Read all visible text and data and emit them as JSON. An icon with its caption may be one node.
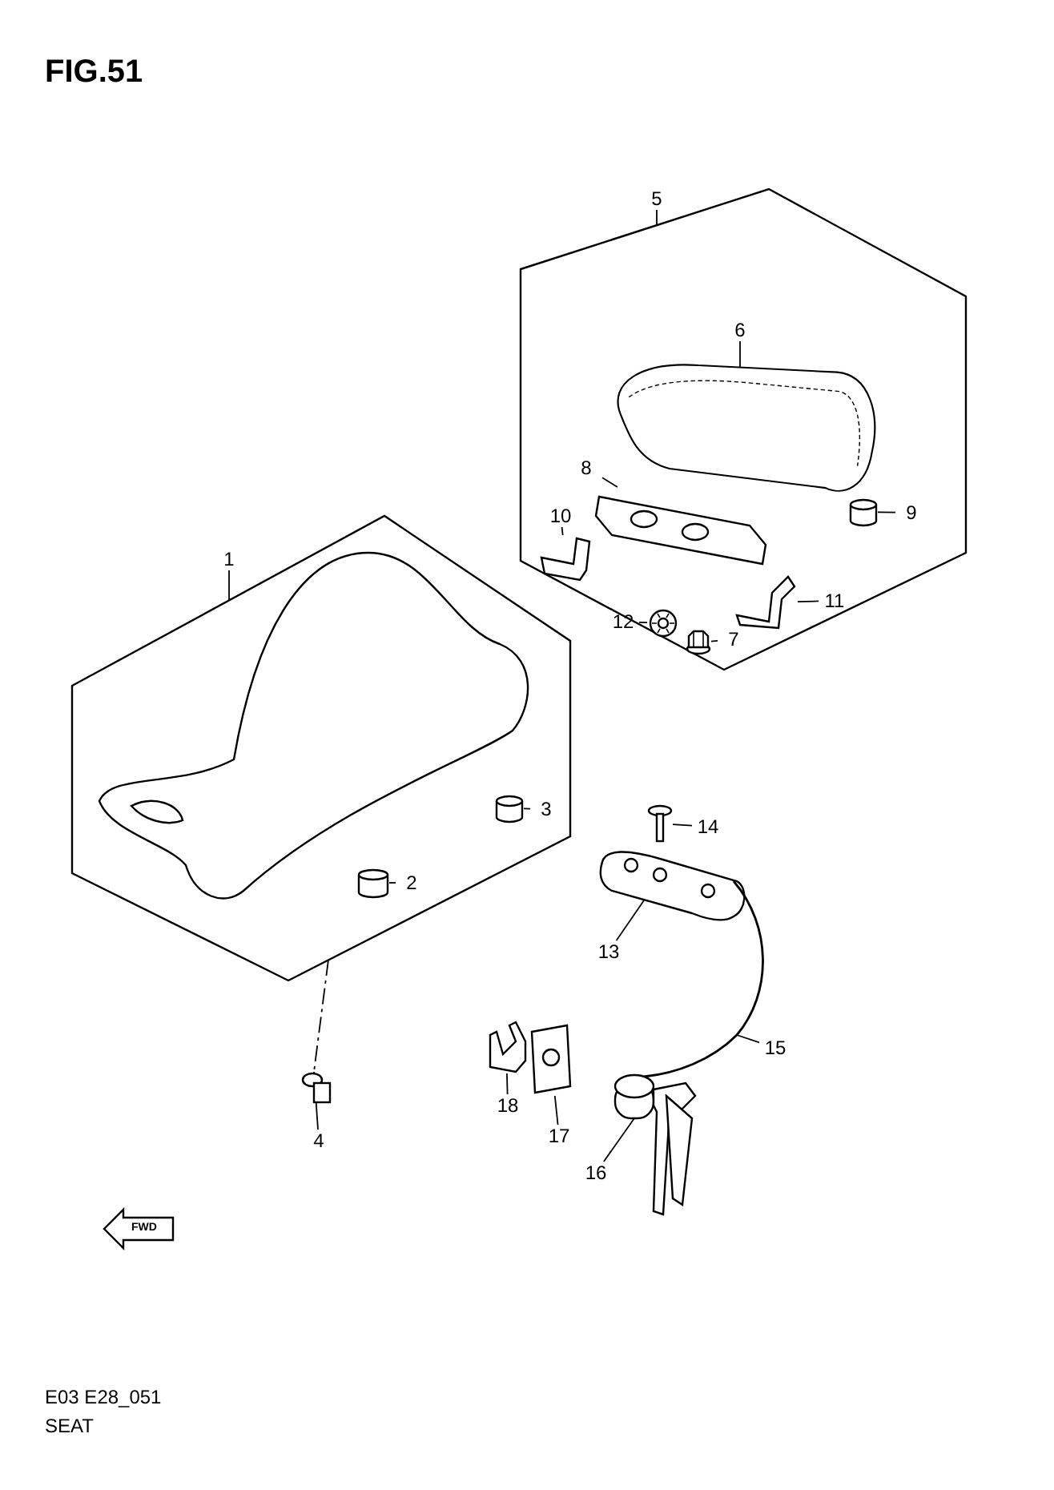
{
  "diagram": {
    "title": "FIG.51",
    "nodes": [
      {
        "text": [
          "5"
        ]
      },
      {
        "text": [],
        "shape": "box"
      },
      {
        "text": [
          "6"
        ],
        "in": 1
      },
      {
        "text": [],
        "shape": "picture",
        "in": 1
      },
      {
        "text": [
          "8"
        ],
        "in": 1
      },
      {
        "text": [],
        "shape": "picture",
        "in": 1
      },
      {
        "text": [
          "9"
        ],
        "in": 1
      },
      {
        "text": [],
        "shape": "cylinder",
        "in": 1
      },
      {
        "text": [
          "10"
        ],
        "in": 1
      },
      {
        "text": [],
        "shape": "picture",
        "in": 1
      },
      {
        "text": [
          "11"
        ],
        "in": 1
      },
      {
        "text": [],
        "shape": "picture",
        "in": 1
      },
      {
        "text": [
          "12"
        ],
        "in": 1
      },
      {
        "text": [],
        "shape": "picture",
        "in": 1
      },
      {
        "text": [
          "7"
        ],
        "in": 1
      },
      {
        "text": [],
        "shape": "picture",
        "in": 1
      },
      {
        "text": [
          "1"
        ]
      },
      {
        "text": [],
        "shape": "box"
      },
      {
        "text": [
          "3"
        ],
        "in": 17
      },
      {
        "text": [],
        "shape": "cylinder",
        "in": 17
      },
      {
        "text": [
          "2"
        ],
        "in": 17
      },
      {
        "text": [],
        "shape": "cylinder",
        "in": 17
      },
      {
        "text": [
          "14"
        ]
      },
      {
        "text": [],
        "shape": "picture"
      },
      {
        "text": [
          "13"
        ]
      },
      {
        "text": [],
        "shape": "picture"
      },
      {
        "text": [
          "15"
        ]
      },
      {
        "text": [],
        "shape": "picture"
      },
      {
        "text": [
          "4"
        ]
      },
      {
        "text": [],
        "shape": "picture"
      },
      {
        "text": [
          "18"
        ]
      },
      {
        "text": [],
        "shape": "picture"
      },
      {
        "text": [
          "17"
        ]
      },
      {
        "text": [],
        "shape": "picture"
      },
      {
        "text": [
          "16"
        ]
      },
      {
        "text": [],
        "shape": "picture"
      }
    ],
    "edges": [
      {
        "from": 0,
        "to": 1,
        "arrow": "none"
      },
      {
        "from": 2,
        "to": 3,
        "arrow": "none"
      },
      {
        "from": 4,
        "to": 5,
        "arrow": "none"
      },
      {
        "from": 6,
        "to": 7,
        "arrow": "none"
      },
      {
        "from": 8,
        "to": 9,
        "arrow": "none"
      },
      {
        "from": 10,
        "to": 11,
        "arrow": "none"
      },
      {
        "from": 12,
        "to": 13,
        "arrow": "none"
      },
      {
        "from": 14,
        "to": 15,
        "arrow": "none"
      },
      {
        "from": 16,
        "to": 17,
        "arrow": "none"
      },
      {
        "from": 18,
        "to": 19,
        "arrow": "none"
      },
      {
        "from": 20,
        "to": 21,
        "arrow": "none"
      },
      {
        "from": 22,
        "to": 23,
        "arrow": "none"
      },
      {
        "from": 24,
        "to": 25,
        "arrow": "none"
      },
      {
        "from": 26,
        "to": 27,
        "arrow": "none"
      },
      {
        "from": 28,
        "to": 29,
        "arrow": "none"
      },
      {
        "from": 30,
        "to": 31,
        "arrow": "none"
      },
      {
        "from": 32,
        "to": 33,
        "arrow": "none"
      },
      {
        "from": 34,
        "to": 35,
        "arrow": "none"
      },
      {
        "from": 17,
        "to": 29,
        "arrow": "none",
        "style": "dashed"
      }
    ],
    "labels": [
      "FWD",
      "E03 E28_051",
      "SEAT"
    ]
  }
}
